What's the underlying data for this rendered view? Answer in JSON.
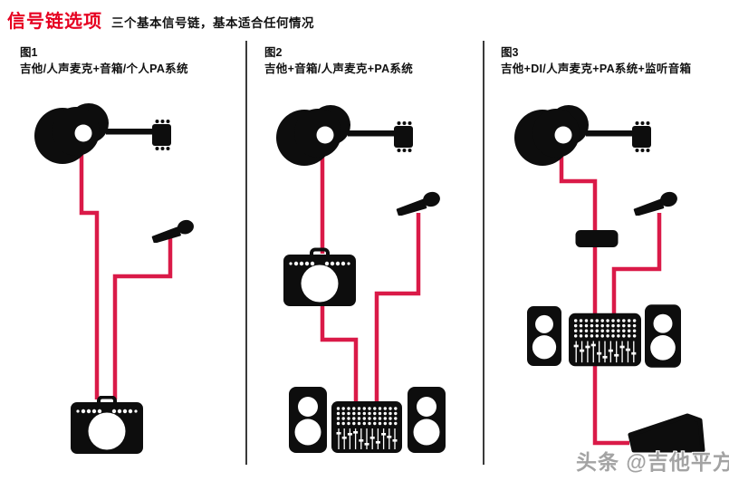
{
  "header": {
    "title": "信号链选项",
    "subtitle": "三个基本信号链，基本适合任何情况"
  },
  "colors": {
    "accent_red": "#e60021",
    "line_red": "#da1a48",
    "ink": "#0d0d0d",
    "divider": "#3a3a3a",
    "watermark_gray": "#a3a3a3"
  },
  "panels": [
    {
      "label": "图1",
      "caption": "吉他/人声麦克+音箱/个人PA系统",
      "icons": [
        "acoustic-guitar-icon",
        "vocal-mic-icon",
        "combo-amp-icon"
      ]
    },
    {
      "label": "图2",
      "caption": "吉他+音箱/人声麦克+PA系统",
      "icons": [
        "acoustic-guitar-icon",
        "vocal-mic-icon",
        "combo-amp-icon",
        "pa-speaker-icon",
        "mixer-icon"
      ]
    },
    {
      "label": "图3",
      "caption": "吉他+DI/人声麦克+PA系统+监听音箱",
      "icons": [
        "acoustic-guitar-icon",
        "di-box-icon",
        "vocal-mic-icon",
        "pa-speaker-icon",
        "mixer-icon",
        "stage-monitor-icon"
      ]
    }
  ],
  "watermark": {
    "text": "头条 @吉他平方"
  }
}
